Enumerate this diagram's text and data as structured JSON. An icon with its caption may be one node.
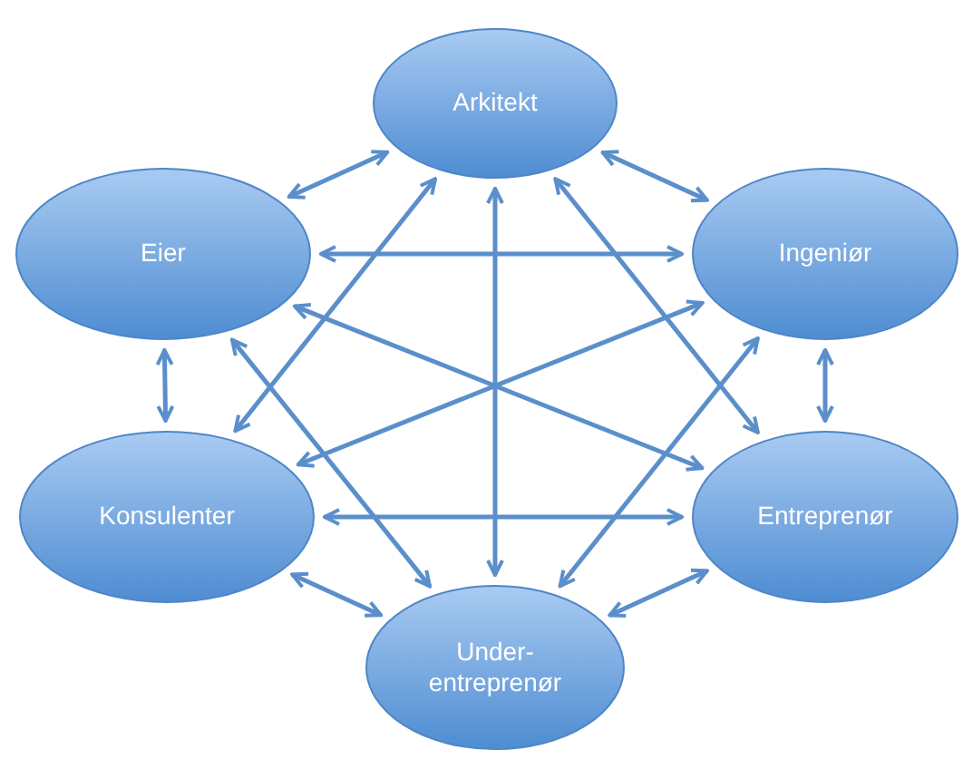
{
  "diagram": {
    "nodes": [
      {
        "text": [
          "Arkitekt"
        ]
      },
      {
        "text": [
          "Eier"
        ]
      },
      {
        "text": [
          "Ingeniør"
        ]
      },
      {
        "text": [
          "Konsulenter"
        ]
      },
      {
        "text": [
          "Entreprenør"
        ]
      },
      {
        "text": [
          "Under- entreprenør"
        ]
      }
    ],
    "edges": [
      {
        "from": 0,
        "to": 1,
        "arrow": "both"
      },
      {
        "from": 0,
        "to": 2,
        "arrow": "both"
      },
      {
        "from": 1,
        "to": 3,
        "arrow": "both"
      },
      {
        "from": 2,
        "to": 4,
        "arrow": "both"
      },
      {
        "from": 3,
        "to": 5,
        "arrow": "both"
      },
      {
        "from": 4,
        "to": 5,
        "arrow": "both"
      },
      {
        "from": 1,
        "to": 2,
        "arrow": "both"
      },
      {
        "from": 0,
        "to": 3,
        "arrow": "both"
      },
      {
        "from": 0,
        "to": 5,
        "arrow": "both"
      },
      {
        "from": 0,
        "to": 4,
        "arrow": "both"
      },
      {
        "from": 1,
        "to": 4,
        "arrow": "both"
      },
      {
        "from": 2,
        "to": 3,
        "arrow": "both"
      },
      {
        "from": 1,
        "to": 5,
        "arrow": "both"
      },
      {
        "from": 2,
        "to": 5,
        "arrow": "both"
      },
      {
        "from": 3,
        "to": 4,
        "arrow": "both"
      }
    ]
  }
}
